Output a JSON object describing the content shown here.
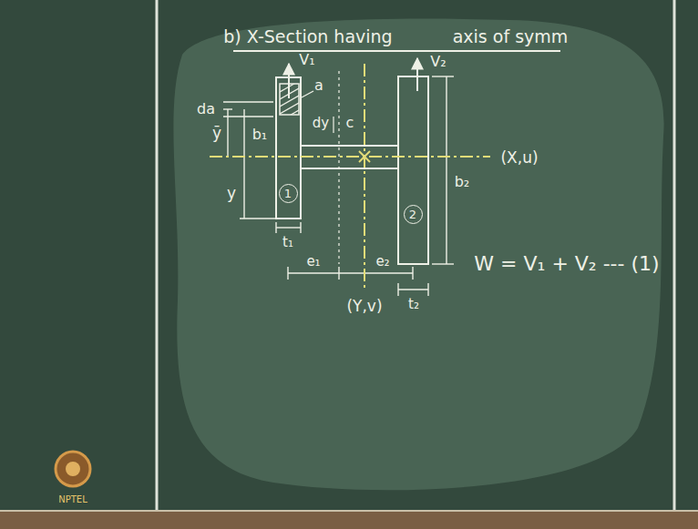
{
  "diagram": {
    "nodes": [
      {
        "text": [
          "1"
        ]
      },
      {
        "text": [
          "2"
        ]
      }
    ],
    "labels": [
      "b) X-Section having",
      "axis of symm",
      "V₁",
      "a",
      "da",
      "ȳ",
      "b₁",
      "dy",
      "c",
      "y",
      "V₂",
      "b₂",
      "(X,u)",
      "t₁",
      "e₁",
      "e₂",
      "(Y,v)",
      "t₂",
      "W = V₁ + V₂ --- (1)",
      "NPTEL"
    ]
  }
}
